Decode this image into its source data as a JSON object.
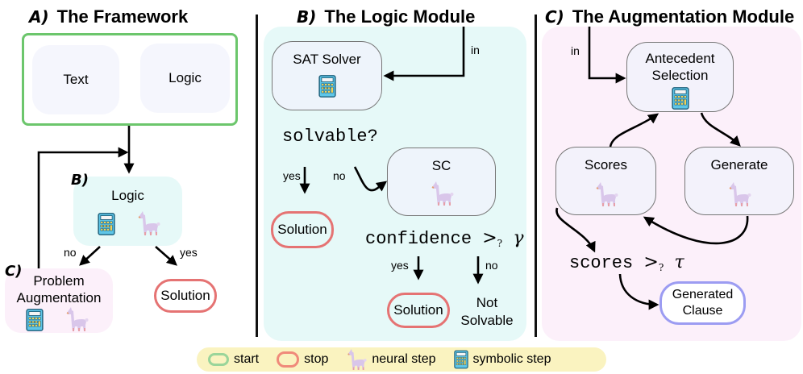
{
  "sections": {
    "framework": {
      "letter": "A)",
      "title": "The Framework"
    },
    "logic": {
      "letter": "B)",
      "title": "The Logic Module"
    },
    "augmentation": {
      "letter": "C)",
      "title": "The Augmentation Module"
    }
  },
  "framework": {
    "input_boxes": [
      "Text",
      "Logic"
    ],
    "logic_node": {
      "letter": "B)",
      "label": "Logic"
    },
    "aug_node": {
      "letter": "C)",
      "label_line1": "Problem",
      "label_line2": "Augmentation"
    },
    "edge_no": "no",
    "edge_yes": "yes",
    "solution": "Solution"
  },
  "logic_module": {
    "in_label": "in",
    "sat_solver": "SAT Solver",
    "solvable": "solvable?",
    "yes": "yes",
    "no": "no",
    "sc": "SC",
    "solution_1": "Solution",
    "confidence_expr": "confidence",
    "gt_symbol": ">",
    "q_symbol": "?",
    "gamma": "γ",
    "yes_2": "yes",
    "no_2": "no",
    "solution_2": "Solution",
    "not_solvable_1": "Not",
    "not_solvable_2": "Solvable"
  },
  "augmentation_module": {
    "in_label": "in",
    "antecedent_1": "Antecedent",
    "antecedent_2": "Selection",
    "scores_node": "Scores",
    "generate_node": "Generate",
    "scores_expr": "scores",
    "gt_symbol": ">",
    "q_symbol": "?",
    "tau": "τ",
    "generated_1": "Generated",
    "generated_2": "Clause"
  },
  "legend": {
    "start": "start",
    "stop": "stop",
    "neural": "neural step",
    "symbolic": "symbolic step"
  },
  "colors": {
    "start_green": "#6cc66c",
    "stop_red": "#e57373",
    "generated_purple": "#9c9cf2",
    "logic_panel_bg": "#e6f9f8",
    "augmentation_panel_bg": "#fcf0fa",
    "legend_bg": "#faf3c0"
  }
}
